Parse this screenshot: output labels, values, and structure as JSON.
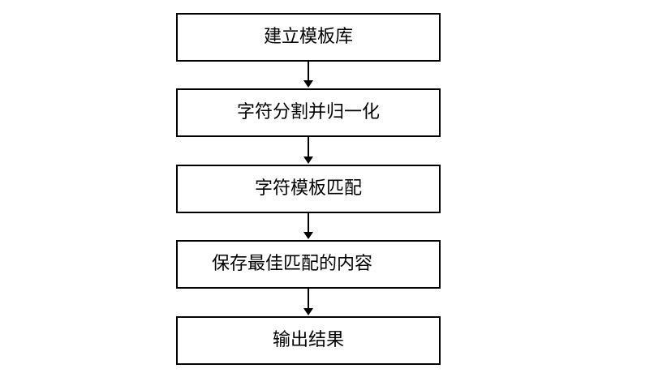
{
  "flowchart": {
    "steps": [
      {
        "label": "建立模板库"
      },
      {
        "label": "字符分割并归一化"
      },
      {
        "label": "字符模板匹配"
      },
      {
        "label": "保存最佳匹配的内容"
      },
      {
        "label": "输出结果"
      }
    ]
  }
}
